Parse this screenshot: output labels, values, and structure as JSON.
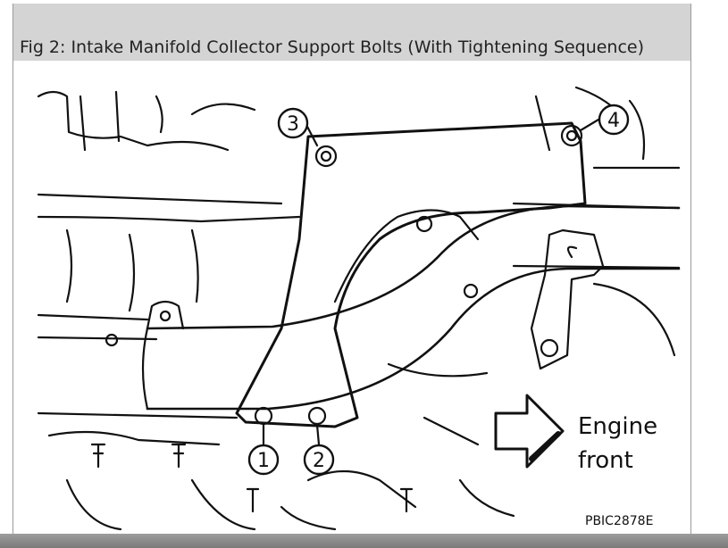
{
  "caption": "Fig 2: Intake Manifold Collector Support Bolts (With Tightening Sequence)",
  "bolt_labels": [
    "①",
    "②",
    "③",
    "④"
  ],
  "arrow_label_line1": "Engine",
  "arrow_label_line2": "front",
  "part_code": "PBIC2878E"
}
